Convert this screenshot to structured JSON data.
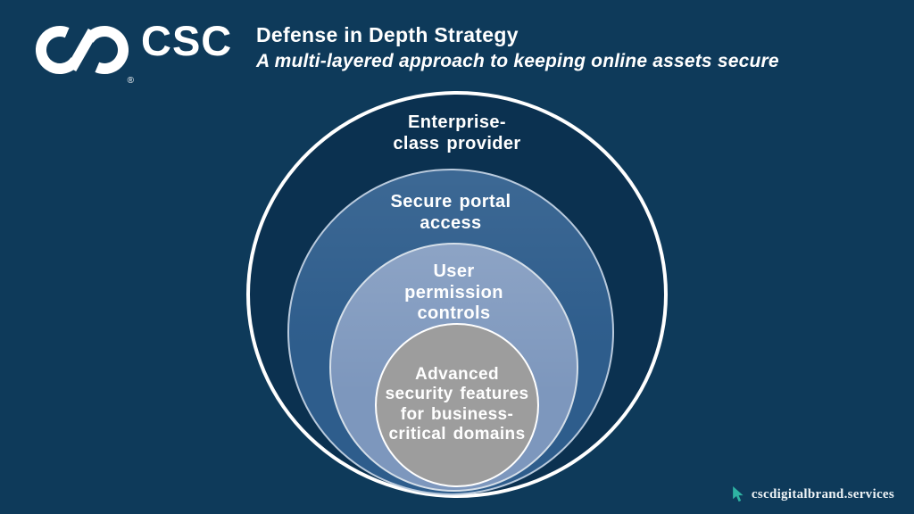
{
  "brand": {
    "logo_text": "CSC",
    "registered_mark": "®"
  },
  "header": {
    "title": "Defense in Depth Strategy",
    "subtitle": "A multi-layered approach to keeping online assets secure"
  },
  "diagram": {
    "type": "nested-circles",
    "layers": [
      {
        "label": "Enterprise-class provider",
        "lines": [
          "Enterprise-",
          "class provider"
        ],
        "fill": "#0b3150",
        "border": "#ffffff"
      },
      {
        "label": "Secure portal access",
        "lines": [
          "Secure portal",
          "access"
        ],
        "fill": "#2e5d8c",
        "border": "#b9cadd"
      },
      {
        "label": "User permission controls",
        "lines": [
          "User",
          "permission",
          "controls"
        ],
        "fill": "#7d97bd",
        "border": "#d5dfe9"
      },
      {
        "label": "Advanced security features for business-critical domains",
        "lines": [
          "Advanced",
          "security features",
          "for business-",
          "critical domains"
        ],
        "fill": "#9d9d9d",
        "border": "#ffffff"
      }
    ]
  },
  "footer": {
    "link_text": "cscdigitalbrand.services",
    "cursor_color": "#2eb3a3"
  },
  "colors": {
    "background": "#0e3a5a",
    "text": "#ffffff"
  }
}
